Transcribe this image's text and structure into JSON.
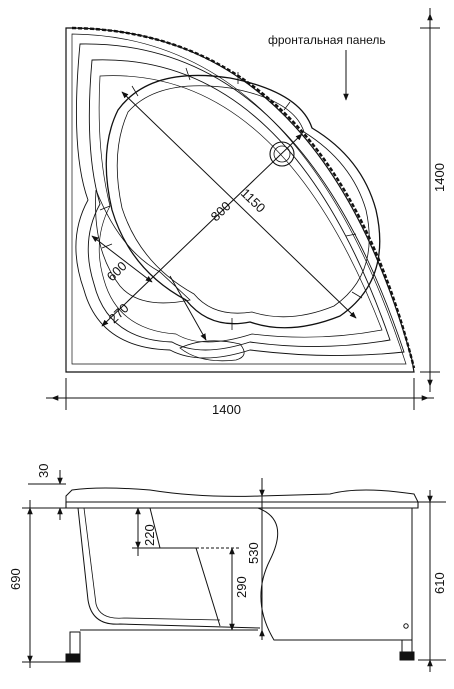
{
  "top_view": {
    "front_panel_label": "фронтальная панель",
    "dim_width": "1400",
    "dim_depth": "1400",
    "dim_diag_800": "800",
    "dim_diag_1150": "1150",
    "dim_600": "600",
    "dim_270": "270"
  },
  "side_view": {
    "dim_rim": "30",
    "dim_seat_depth": "220",
    "dim_seat_height": "290",
    "dim_inner_depth": "530",
    "dim_total_height": "690",
    "dim_panel_height": "610"
  }
}
